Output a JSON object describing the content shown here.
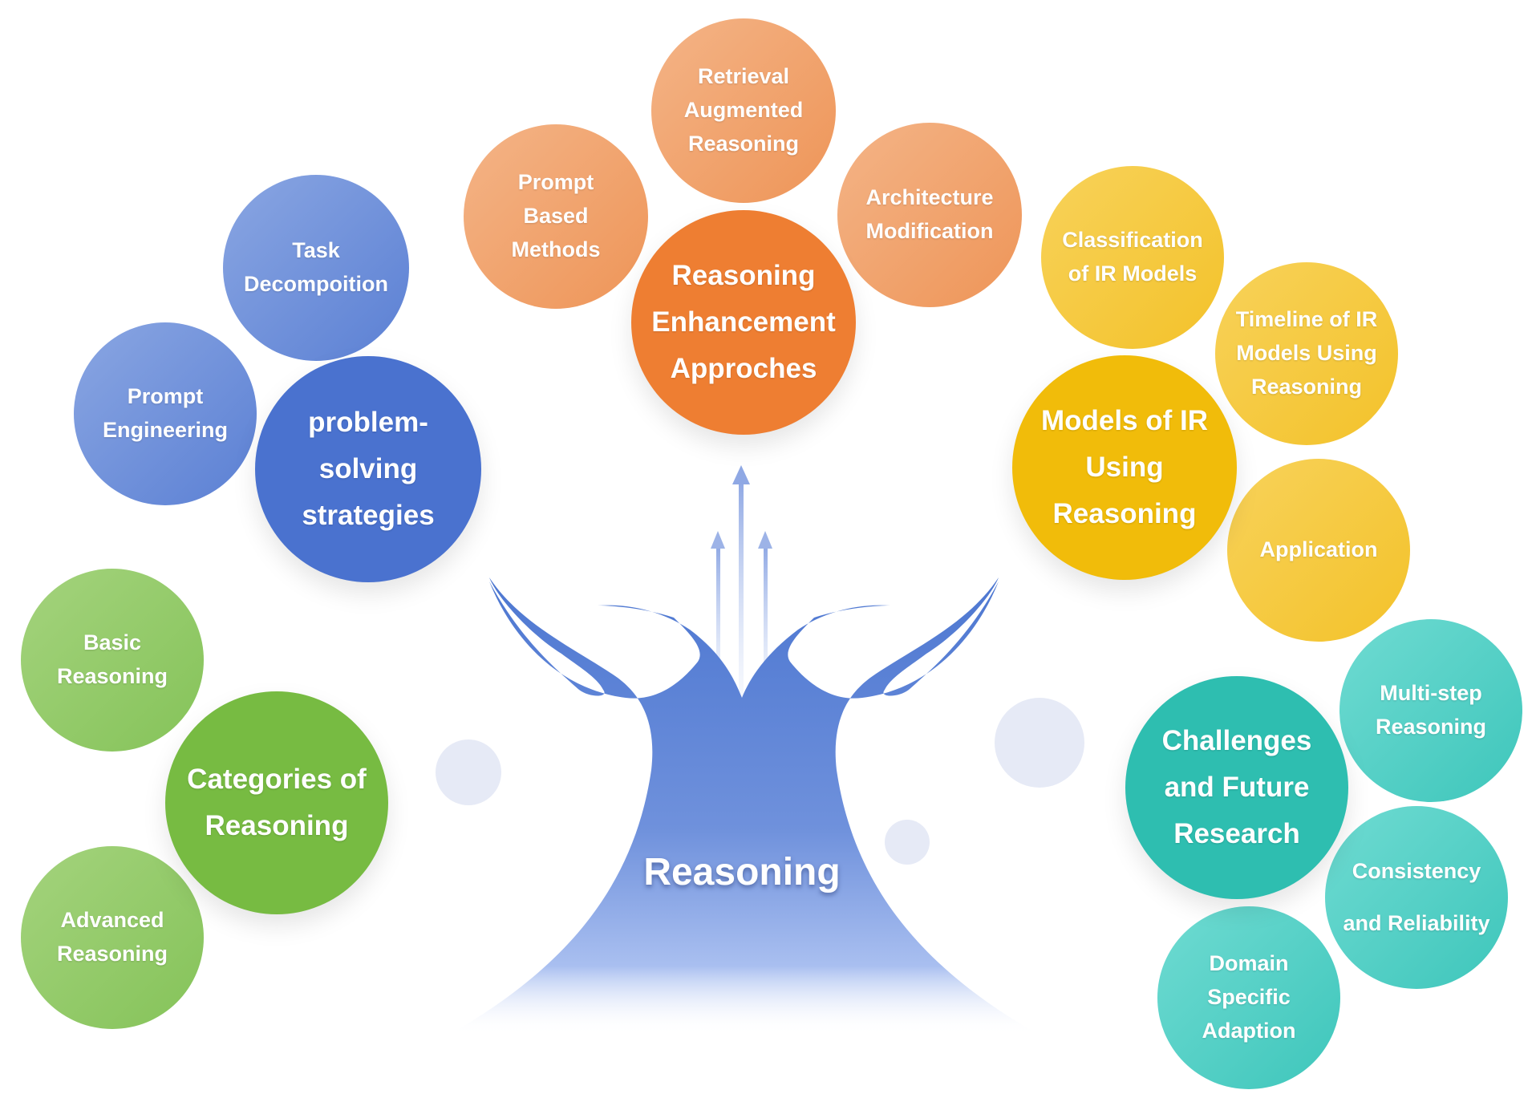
{
  "center": {
    "label": "Reasoning"
  },
  "colors": {
    "blue": "#4a72cf",
    "orange": "#ee7e32",
    "yellow": "#f1bc0a",
    "green": "#77bb42",
    "teal": "#2ebeb0"
  },
  "groups": {
    "problem_solving": {
      "hub": "problem-\nsolving\nstrategies",
      "items": [
        "Task\nDecompoition",
        "Prompt\nEngineering"
      ]
    },
    "enhancement": {
      "hub": "Reasoning\nEnhancement\nApproches",
      "items": [
        "Retrieval\nAugmented\nReasoning",
        "Prompt\nBased\nMethods",
        "Architecture\nModification"
      ]
    },
    "ir_models": {
      "hub": "Models of IR\nUsing\nReasoning",
      "items": [
        "Classification\nof IR Models",
        "Timeline of IR\nModels Using\nReasoning",
        "Application"
      ]
    },
    "categories": {
      "hub": "Categories of\nReasoning",
      "items": [
        "Basic\nReasoning",
        "Advanced\nReasoning"
      ]
    },
    "challenges": {
      "hub": "Challenges\nand Future\nResearch",
      "items": [
        "Multi-step\nReasoning",
        "Consistency\nand Reliability",
        "Domain\nSpecific\nAdaption"
      ]
    }
  }
}
